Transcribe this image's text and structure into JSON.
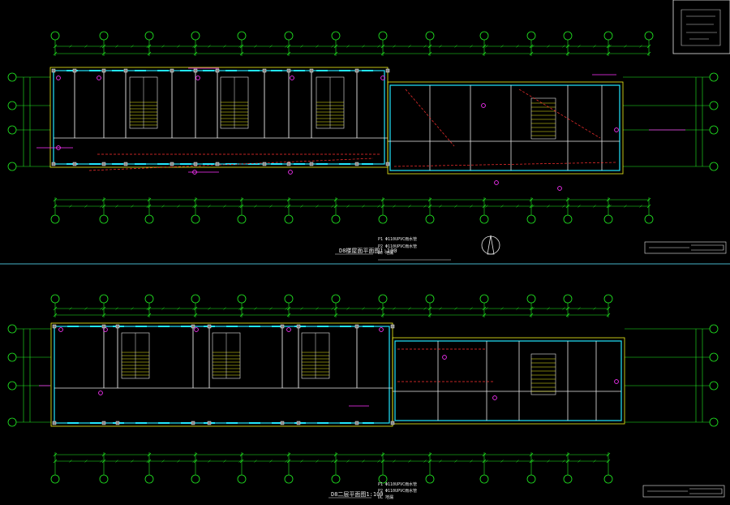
{
  "drawing": {
    "background": "#000000",
    "colors": {
      "green": "#22ee22",
      "dim_green": "#1fcf1f",
      "cyan": "#22e6ff",
      "magenta": "#ff33ff",
      "yellow": "#f2f21a",
      "white": "#e8e8e8",
      "red": "#ff3030",
      "blue": "#3a6bff",
      "divider": "#46b4c8"
    },
    "upper_plan": {
      "title": "D8楼屋面平面图1:100",
      "legend": [
        "P1 Φ110UPVC雨水管",
        "P2 Φ110UPVC雨水管",
        "DL 地漏"
      ]
    },
    "lower_plan": {
      "title": "D8二层平面图1:100",
      "legend": [
        "P1 Φ110UPVC雨水管",
        "P2 Φ110UPVC雨水管",
        "DL 地漏"
      ]
    }
  }
}
